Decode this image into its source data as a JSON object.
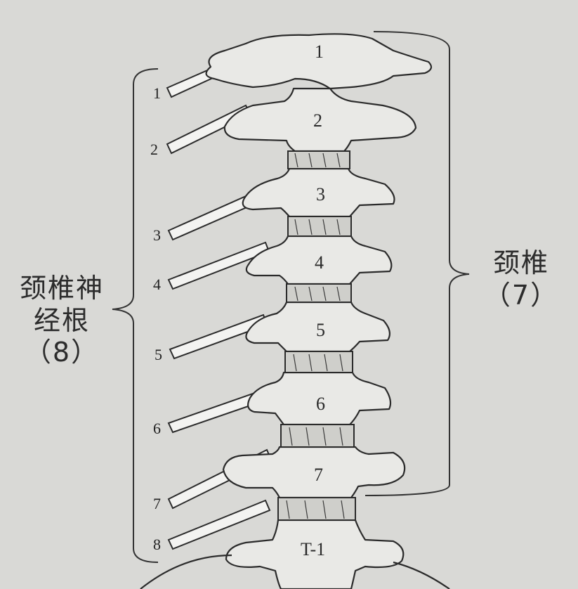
{
  "figure": {
    "right_label": {
      "line1": "颈椎",
      "line2": "（7）"
    },
    "left_label": {
      "line1": "颈椎神",
      "line2": "经根",
      "line3": "（8）"
    },
    "vertebrae": [
      "1",
      "2",
      "3",
      "4",
      "5",
      "6",
      "7",
      "T-1"
    ],
    "nerves": [
      "1",
      "2",
      "3",
      "4",
      "5",
      "6",
      "7",
      "8"
    ]
  }
}
